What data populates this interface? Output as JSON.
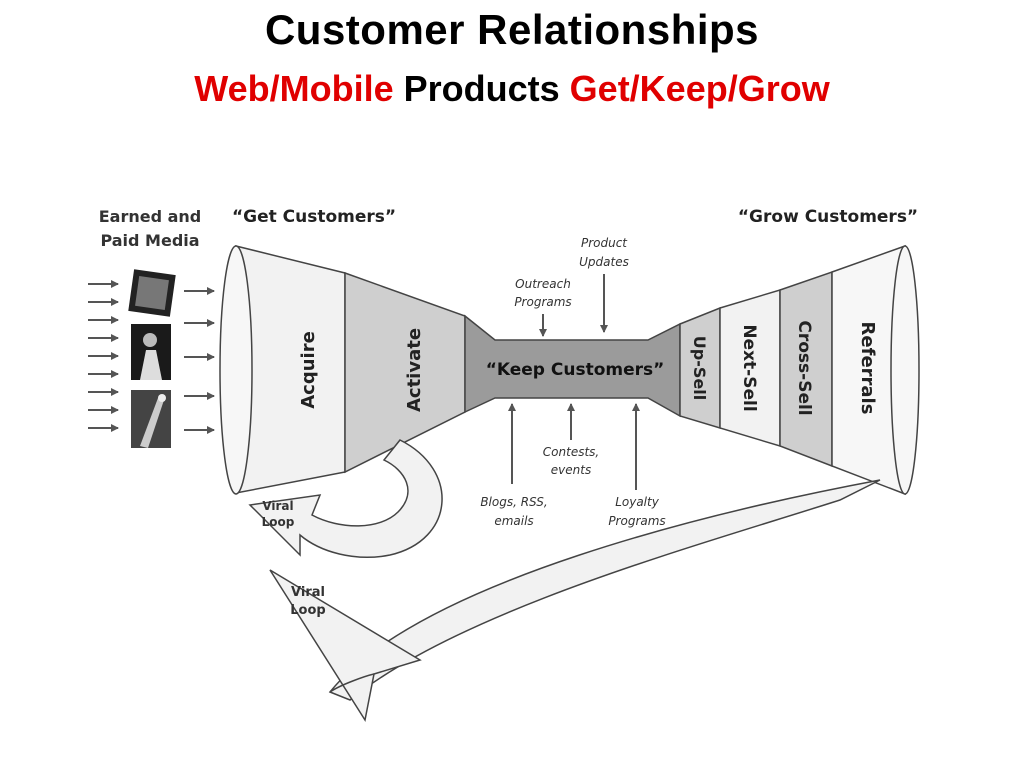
{
  "title": {
    "line1": "Customer Relationships",
    "line2_part1": "Web/Mobile",
    "line2_part2": "Products",
    "line2_part3": "Get/Keep/Grow"
  },
  "colors": {
    "title_red": "#e00000",
    "funnel_light": "#f2f2f2",
    "funnel_mid": "#cfcfcf",
    "funnel_dark": "#9b9b9b"
  },
  "diagram": {
    "earned_media": [
      "Earned and",
      "Paid Media"
    ],
    "get_customers": "“Get Customers”",
    "grow_customers": "“Grow Customers”",
    "keep_customers": "“Keep Customers”",
    "get_stages": [
      "Acquire",
      "Activate"
    ],
    "grow_stages": [
      "Up-Sell",
      "Next-Sell",
      "Cross-Sell",
      "Referrals"
    ],
    "product_updates": [
      "Product",
      "Updates"
    ],
    "outreach_programs": [
      "Outreach",
      "Programs"
    ],
    "contests_events": [
      "Contests,",
      "events"
    ],
    "blogs_rss": [
      "Blogs, RSS,",
      "emails"
    ],
    "loyalty_programs": [
      "Loyalty",
      "Programs"
    ],
    "viral_loop_small": [
      "Viral",
      "Loop"
    ],
    "viral_loop_large": [
      "Viral",
      "Loop"
    ],
    "media_icons": [
      "kindle-reader-icon",
      "musician-photo-icon",
      "champagne-bottle-icon"
    ]
  }
}
